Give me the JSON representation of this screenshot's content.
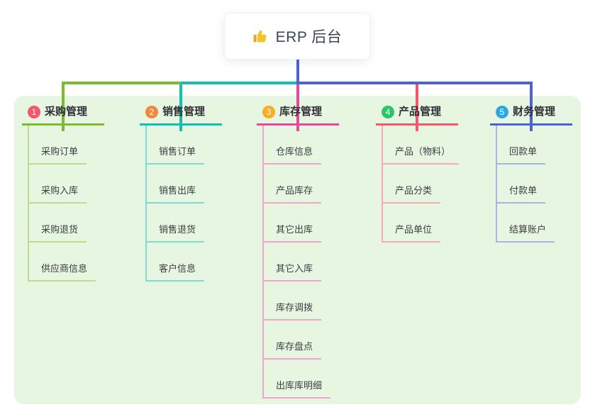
{
  "root": {
    "icon": "thumbs-up",
    "label": "ERP 后台",
    "connector_color": "#4a64d4"
  },
  "panel": {
    "bg_color": "#e7f6e1"
  },
  "branches": [
    {
      "index": "1",
      "label": "采购管理",
      "badge_color": "#f5576c",
      "line_color": "#7eba30",
      "child_line_color": "#b7df8d",
      "children": [
        "采购订单",
        "采购入库",
        "采购退货",
        "供应商信息"
      ]
    },
    {
      "index": "2",
      "label": "销售管理",
      "badge_color": "#f0873e",
      "line_color": "#13bfb1",
      "child_line_color": "#7edcd2",
      "children": [
        "销售订单",
        "销售出库",
        "销售退货",
        "客户信息"
      ]
    },
    {
      "index": "3",
      "label": "库存管理",
      "badge_color": "#f9ac25",
      "line_color": "#e3499d",
      "child_line_color": "#f3a4ce",
      "children": [
        "仓库信息",
        "产品库存",
        "其它出库",
        "其它入库",
        "库存调拨",
        "库存盘点",
        "出库库明细"
      ]
    },
    {
      "index": "4",
      "label": "产品管理",
      "badge_color": "#2bc56b",
      "line_color": "#f4566b",
      "child_line_color": "#f9a9b3",
      "children": [
        "产品（物料）",
        "产品分类",
        "产品单位"
      ]
    },
    {
      "index": "5",
      "label": "财务管理",
      "badge_color": "#2aa9e0",
      "line_color": "#4a64d4",
      "child_line_color": "#a6b5e9",
      "children": [
        "回款单",
        "付款单",
        "结算账户"
      ]
    }
  ]
}
